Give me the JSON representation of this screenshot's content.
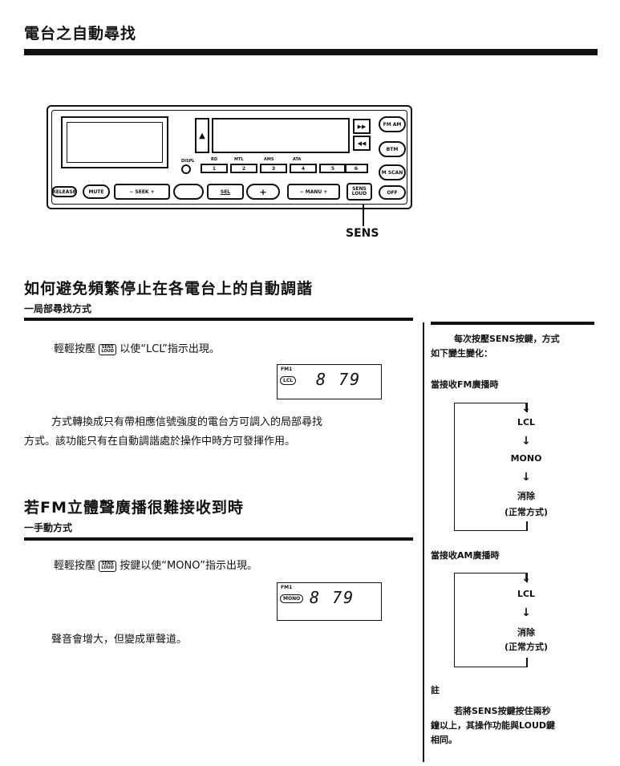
{
  "page_title": "電台之自動尋找",
  "radio": {
    "labels": {
      "fm_am": "FM AM",
      "btm": "BTM",
      "m_scan": "M SCAN",
      "off": "OFF",
      "release": "RELEASE",
      "mute": "MUTE",
      "seek": "− SEEK +",
      "sel": "SEL",
      "manu": "− MANU +",
      "sens_loud": "SENS LOUD",
      "displ": "DISPL",
      "ff": "▶▶",
      "rew": "◀◀",
      "eject": "▲"
    },
    "preset_labels": [
      "RD",
      "MTL",
      "AMS",
      "ATA"
    ],
    "presets": [
      "1",
      "2",
      "3",
      "4",
      "5",
      "6"
    ],
    "sens_callout": "SENS"
  },
  "section1": {
    "heading": "如何避免頻繁停止在各電台上的自動調諧",
    "subheading": "一局部尋找方式",
    "instruction_pre": "輕輕按壓",
    "instruction_post": "以使“LCL”指示出現。",
    "lcd": {
      "band": "FM1",
      "indicator": "LCL",
      "freq": "8 79"
    },
    "para1": "方式轉換成只有帶相應信號強度的電台方可調入的局部尋找",
    "para2": "方式。該功能只有在自動調諧處於操作中時方可發揮作用。"
  },
  "section2": {
    "heading": "若FM立體聲廣播很難接收到時",
    "subheading": "一手動方式",
    "instruction_pre": "輕輕按壓",
    "instruction_post": "按鍵以使“MONO”指示出現。",
    "lcd": {
      "band": "FM1",
      "indicator": "MONO",
      "freq": "8 79"
    },
    "para": "聲音會增大，但變成單聲道。"
  },
  "key_label": "SENS LOUD",
  "side": {
    "intro_line1": "每次按壓SENS按鍵，方式",
    "intro_line2": "如下變生變化：",
    "fm_heading": "當接收FM廣播時",
    "fm_flow": [
      "LCL",
      "MONO",
      "消除",
      "(正常方式)"
    ],
    "am_heading": "當接收AM廣播時",
    "am_flow": [
      "LCL",
      "消除",
      "(正常方式)"
    ],
    "note_title": "註",
    "note_line1": "若將SENS按鍵按住兩秒",
    "note_line2": "鐘以上，其操作功能與LOUD鍵",
    "note_line3": "相同。"
  }
}
